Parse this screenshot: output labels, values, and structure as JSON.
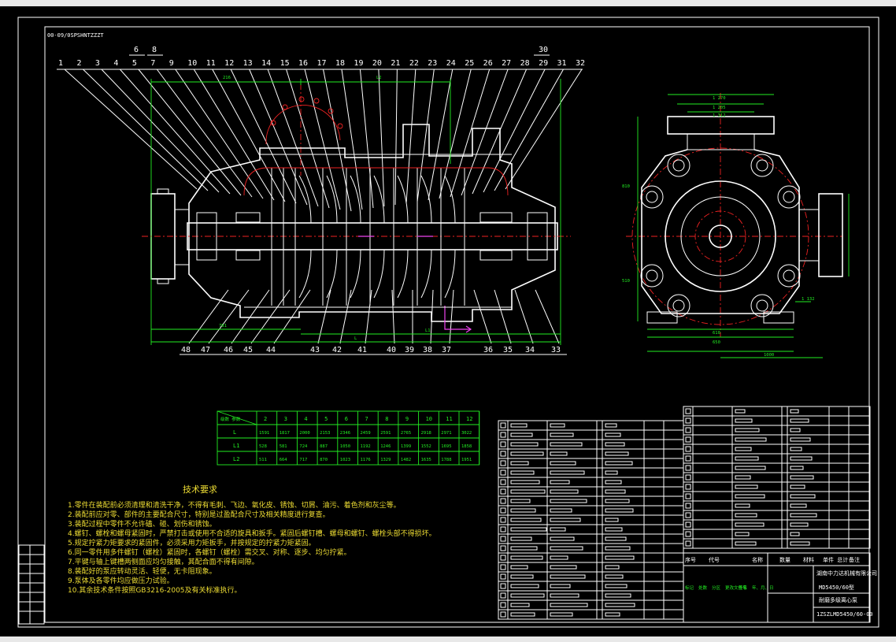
{
  "drawing_number_rotated": "00-09/0SPSHNTZZZT",
  "part_numbers_top": [
    "1",
    "2",
    "3",
    "4",
    "5",
    "7",
    "9",
    "10",
    "11",
    "12",
    "13",
    "14",
    "15",
    "16",
    "17",
    "18",
    "19",
    "20",
    "21",
    "22",
    "23",
    "24",
    "25",
    "26",
    "27",
    "28",
    "29",
    "31",
    "32"
  ],
  "part_numbers_upper": [
    "6",
    "8",
    "30"
  ],
  "part_numbers_bottom": [
    "48",
    "47",
    "46",
    "45",
    "44",
    "43",
    "42",
    "41",
    "40",
    "39",
    "38",
    "37",
    "36",
    "35",
    "34",
    "33"
  ],
  "dimension_labels": {
    "d_216": "216",
    "d_L2": "L2",
    "d_781": "781",
    "d_L1": "L1",
    "d_L": "L",
    "d_1270": "1 270",
    "d_1205": "1 205",
    "d_1112": "1 312",
    "d_h1": "810",
    "d_h2": "510",
    "d_w1": "610",
    "d_w2": "650",
    "d_w3": "1000",
    "d_r": "1 132"
  },
  "stage_table": {
    "header": [
      "级数\n参数",
      "2",
      "3",
      "4",
      "5",
      "6",
      "7",
      "8",
      "9",
      "10",
      "11",
      "12"
    ],
    "rows": [
      {
        "label": "L",
        "values": [
          "1591",
          "1817",
          "2000",
          "2153",
          "2346",
          "2459",
          "2591",
          "2765",
          "2918",
          "2971",
          "3022"
        ]
      },
      {
        "label": "L1",
        "values": [
          "528",
          "581",
          "724",
          "887",
          "1050",
          "1192",
          "1246",
          "1399",
          "1552",
          "1695",
          "1858"
        ]
      },
      {
        "label": "L2",
        "values": [
          "511",
          "664",
          "717",
          "870",
          "1023",
          "1176",
          "1329",
          "1482",
          "1635",
          "1788",
          "1951"
        ]
      }
    ]
  },
  "notes": {
    "title": "技术要求",
    "items": [
      "1.零件在装配前必须清理和清洗干净，不得有毛刺、飞边、氧化皮、锈蚀、切屑、油污、着色剂和灰尘等。",
      "2.装配前应对零、部件的主要配合尺寸，特别是过盈配合尺寸及相关精度进行复查。",
      "3.装配过程中零件不允许磕、碰、划伤和锈蚀。",
      "4.螺钉、螺栓和螺母紧固时，严禁打击或使用不合适的旋具和扳手。紧固后螺钉槽、螺母和螺钉、螺栓头部不得损坏。",
      "5.规定拧紧力矩要求的紧固件，必须采用力矩扳手，并按规定的拧紧力矩紧固。",
      "6.同一零件用多件螺钉（螺栓）紧固时，各螺钉（螺栓）需交叉、对称、逐步、均匀拧紧。",
      "7.平键与轴上键槽两侧面应均匀接触，其配合面不得有间隙。",
      "8.装配好的泵应转动灵活、轻便，无卡阻现象。",
      "9.泵体及各零件均应做压力试验。",
      "10.其余技术条件按照GB3216-2005及有关标准执行。"
    ]
  },
  "title_block": {
    "header_cols": [
      "序号",
      "代号",
      "名称",
      "数量",
      "材料",
      "单件 总计",
      "备注"
    ],
    "product_line1": "湖南中力达机械有限公司",
    "product_line2": "MD5450/60型",
    "product_line3": "耐磨多级离心泵",
    "drawing_no": "1ZSZLMD5450/60-00",
    "sign_row": [
      "标记",
      "处数",
      "分区",
      "更改文件号",
      "签名",
      "年、月、日"
    ]
  }
}
